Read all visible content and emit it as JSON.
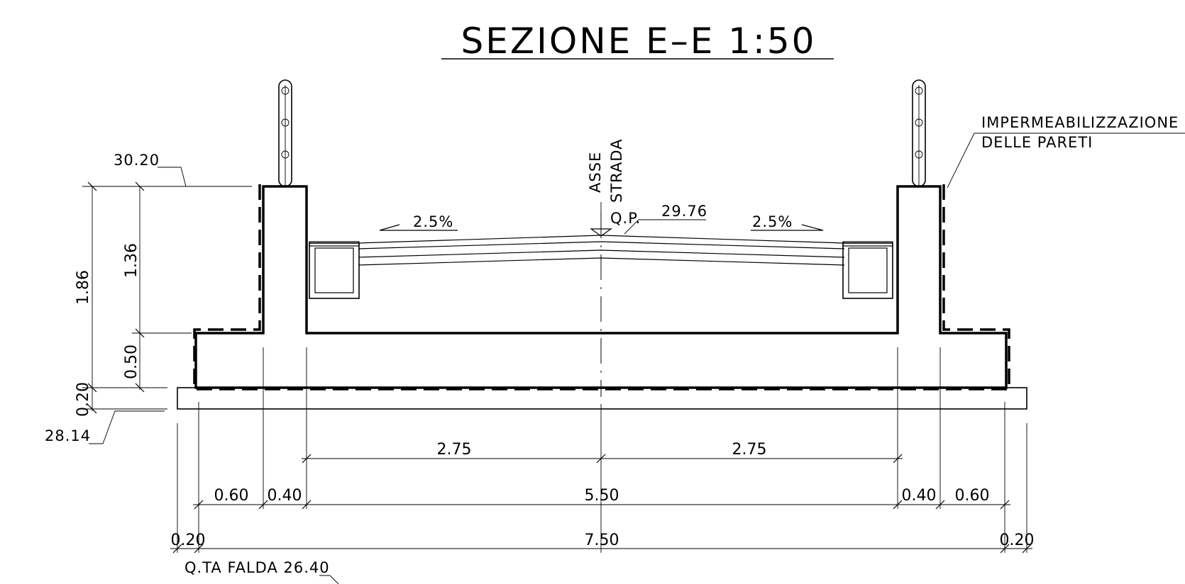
{
  "title": "SEZIONE E–E 1:50",
  "labels": {
    "asse": "ASSE",
    "strada": "STRADA",
    "qp": "Q.P.",
    "qp_value": "29.76",
    "slope_left": "2.5%",
    "slope_right": "2.5%",
    "imperm_line1": "IMPERMEABILIZZAZIONE",
    "imperm_line2": "DELLE PARETI",
    "elev_top": "30.20",
    "elev_bottom": "28.14",
    "falda": "Q.TA FALDA 26.40"
  },
  "dimensions": {
    "vertical": {
      "total": "1.86",
      "wall": "1.36",
      "slab": "0.50",
      "base": "0.20"
    },
    "horizontal": {
      "half_left": "2.75",
      "half_right": "2.75",
      "left_outer": "0.60",
      "left_wall": "0.40",
      "inner": "5.50",
      "right_wall": "0.40",
      "right_outer": "0.60",
      "left_edge": "0.20",
      "overall": "7.50",
      "right_edge": "0.20"
    }
  }
}
